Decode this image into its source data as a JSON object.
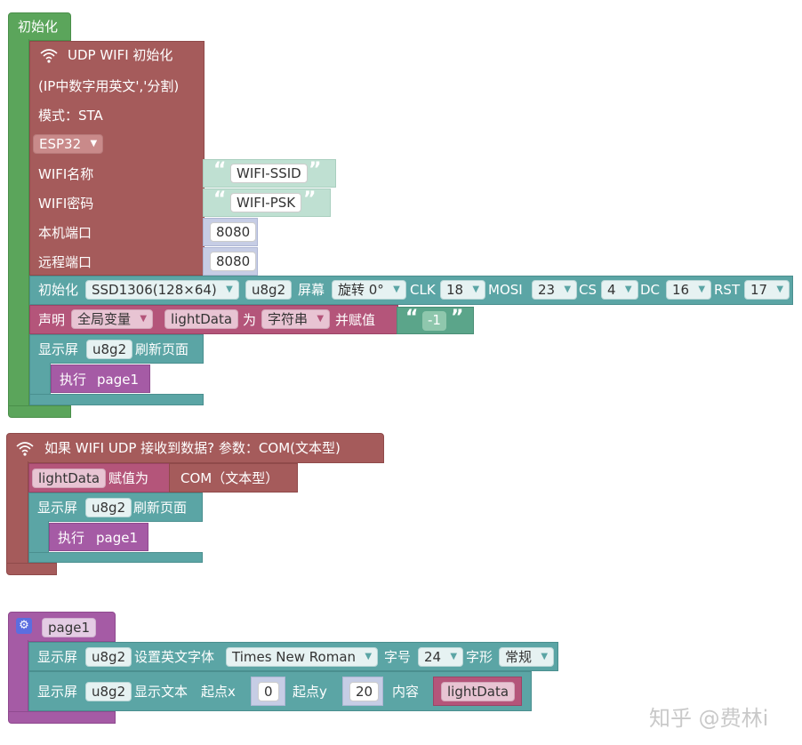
{
  "setup": {
    "hat_label": "初始化",
    "udp_init": {
      "title": "UDP WIFI 初始化",
      "note": "(IP中数字用英文','分割)",
      "mode": "模式：STA",
      "board": "ESP32",
      "ssid_label": "WIFI名称",
      "ssid_value": "WIFI-SSID",
      "psk_label": "WIFI密码",
      "psk_value": "WIFI-PSK",
      "local_port_label": "本机端口",
      "local_port_value": "8080",
      "remote_port_label": "远程端口",
      "remote_port_value": "8080"
    },
    "display_init": {
      "label": "初始化",
      "model": "SSD1306(128×64)",
      "name": "u8g2",
      "screen_label": "屏幕",
      "rotation": "旋转 0°",
      "clk_label": "CLK",
      "clk_value": "18",
      "mosi_label": "MOSI",
      "mosi_value": "23",
      "cs_label": "CS",
      "cs_value": "4",
      "dc_label": "DC",
      "dc_value": "16",
      "rst_label": "RST",
      "rst_value": "17"
    },
    "declare": {
      "label": "声明",
      "scope": "全局变量",
      "var": "lightData",
      "as_label": "为",
      "type": "字符串",
      "assign_label": "并赋值",
      "value": "-1"
    },
    "refresh": {
      "label": "显示屏",
      "name": "u8g2",
      "action": "刷新页面",
      "exec_label": "执行",
      "page": "page1"
    }
  },
  "udp_event": {
    "title": "如果 WIFI UDP 接收到数据?   参数：COM(文本型)",
    "assign": {
      "var": "lightData",
      "label": "赋值为",
      "value": "COM（文本型）"
    },
    "refresh": {
      "label": "显示屏",
      "name": "u8g2",
      "action": "刷新页面",
      "exec_label": "执行",
      "page": "page1"
    }
  },
  "page_proc": {
    "name": "page1",
    "font_block": {
      "label": "显示屏",
      "name": "u8g2",
      "action": "设置英文字体",
      "font": "Times New Roman",
      "size_label": "字号",
      "size": "24",
      "style_label": "字形",
      "style": "常规"
    },
    "text_block": {
      "label": "显示屏",
      "name": "u8g2",
      "action": "显示文本",
      "x_label": "起点x",
      "x": "0",
      "y_label": "起点y",
      "y": "20",
      "content_label": "内容",
      "content": "lightData"
    }
  },
  "watermark": "知乎 @费林i",
  "icons": {
    "wifi": "wifi-icon",
    "gear": "gear-icon",
    "dropdown": "chevron-down-icon"
  },
  "colors": {
    "setup_green": "#5ba55b",
    "wifi_red": "#a55b5b",
    "display_teal": "#5ba5a5",
    "procedure_purple": "#a55ba5",
    "variable_magenta": "#b4557a"
  }
}
